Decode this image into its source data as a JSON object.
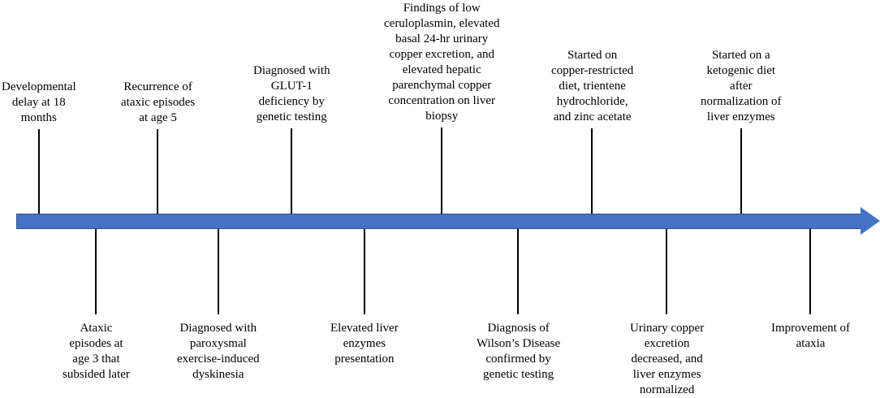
{
  "events_above": [
    {
      "id": "developmental-delay",
      "lines": [
        "Developmental",
        "delay at 18",
        "months"
      ]
    },
    {
      "id": "recurrence-ataxic",
      "lines": [
        "Recurrence of",
        "ataxic episodes",
        "at age 5"
      ]
    },
    {
      "id": "glut1-diagnosis",
      "lines": [
        "Diagnosed with",
        "GLUT-1",
        "deficiency by",
        "genetic testing"
      ]
    },
    {
      "id": "copper-findings",
      "lines": [
        "Findings of low",
        "ceruloplasmin, elevated",
        "basal 24-hr urinary",
        "copper excretion, and",
        "elevated hepatic",
        "parenchymal copper",
        "concentration on liver",
        "biopsy"
      ]
    },
    {
      "id": "copper-restricted-diet",
      "lines": [
        "Started on",
        "copper-restricted",
        "diet, trientene",
        "hydrochloride,",
        "and zinc acetate"
      ]
    },
    {
      "id": "ketogenic-diet",
      "lines": [
        "Started on a",
        "ketogenic diet",
        "after",
        "normalization of",
        "liver enzymes"
      ]
    }
  ],
  "events_below": [
    {
      "id": "ataxic-episodes-age-3",
      "lines": [
        "Ataxic",
        "episodes at",
        "age 3 that",
        "subsided later"
      ]
    },
    {
      "id": "paroxysmal-dyskinesia",
      "lines": [
        "Diagnosed with",
        "paroxysmal",
        "exercise-induced",
        "dyskinesia"
      ]
    },
    {
      "id": "elevated-liver-enzymes",
      "lines": [
        "Elevated liver",
        "enzymes",
        "presentation"
      ]
    },
    {
      "id": "wilsons-diagnosis",
      "lines": [
        "Diagnosis of",
        "Wilson’s Disease",
        "confirmed by",
        "genetic testing"
      ]
    },
    {
      "id": "copper-decreased",
      "lines": [
        "Urinary copper",
        "excretion",
        "decreased, and",
        "liver enzymes",
        "normalized"
      ]
    },
    {
      "id": "ataxia-improvement",
      "lines": [
        "Improvement of",
        "ataxia"
      ]
    }
  ],
  "colors": {
    "arrow": "#4472c4",
    "arrow_border": "#2f528f",
    "connector": "#000000",
    "text": "#000000"
  }
}
